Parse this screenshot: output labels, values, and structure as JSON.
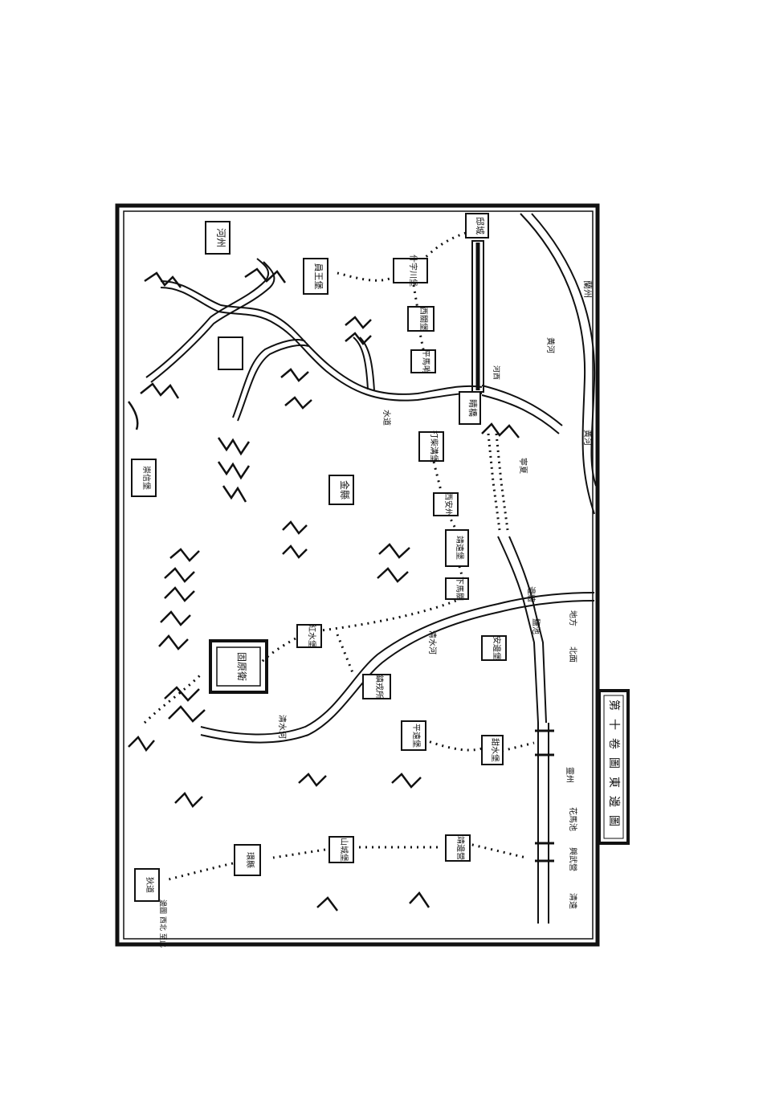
{
  "map": {
    "title": "第十卷 圖 東 邊 圖",
    "side_title_chars": [
      "第",
      "十",
      "卷",
      "圖",
      "東",
      "邊",
      "圖"
    ],
    "settlements": [
      {
        "id": "hezhou",
        "name": "河州"
      },
      {
        "id": "yiwang",
        "name": "員王堡"
      },
      {
        "id": "shizichuan",
        "name": "什字川堡"
      },
      {
        "id": "xiguanbao",
        "name": "西關堡"
      },
      {
        "id": "pingmashao",
        "name": "平馬哨"
      },
      {
        "id": "qingqiao",
        "name": "睛橋"
      },
      {
        "id": "digong",
        "name": "邸城"
      },
      {
        "id": "dasanjia",
        "name": "打柴溝堡"
      },
      {
        "id": "jinxian",
        "name": "金縣"
      },
      {
        "id": "hezhou2",
        "name": "崇信堡"
      },
      {
        "id": "xizhou",
        "name": "西安州"
      },
      {
        "id": "jingyuan",
        "name": "靖遠堡"
      },
      {
        "id": "gucheng",
        "name": "固原衛"
      },
      {
        "id": "wuhe",
        "name": "鎮戎所"
      },
      {
        "id": "pingyuan",
        "name": "平遠堡"
      },
      {
        "id": "xiama",
        "name": "下馬關"
      },
      {
        "id": "hongshui",
        "name": "紅水堡"
      },
      {
        "id": "anlan",
        "name": "安邊堡"
      },
      {
        "id": "jiahe",
        "name": "甜水堡"
      },
      {
        "id": "jingbian",
        "name": "靖邊營"
      },
      {
        "id": "shishan",
        "name": "山城堡"
      },
      {
        "id": "lingzhou",
        "name": "環縣"
      },
      {
        "id": "diwang",
        "name": "狄道"
      }
    ],
    "river_labels": [
      {
        "id": "huanghe1",
        "text": "黃河"
      },
      {
        "id": "huanghe2",
        "text": "黃河"
      },
      {
        "id": "shuidao",
        "text": "水道"
      },
      {
        "id": "qingshui1",
        "text": "清水河"
      },
      {
        "id": "qingshui2",
        "text": "清水河"
      }
    ],
    "region_labels": [
      {
        "id": "lanzhou",
        "text": "蘭州"
      },
      {
        "id": "ningxia",
        "text": "寧夏"
      },
      {
        "id": "hexi",
        "text": "河西"
      },
      {
        "id": "yanchi",
        "text": "鹽池"
      },
      {
        "id": "dibian",
        "text": "地方"
      },
      {
        "id": "beimian",
        "text": "北面"
      },
      {
        "id": "xianfang",
        "text": "邊牆"
      },
      {
        "id": "linghu",
        "text": "靈州"
      },
      {
        "id": "huamachi",
        "text": "花馬池"
      },
      {
        "id": "xingwu",
        "text": "興武營"
      },
      {
        "id": "qingyuan",
        "text": "清遠"
      }
    ],
    "corner_note": "邊圖 西北 至此",
    "colors": {
      "ink": "#111111",
      "paper": "#ffffff"
    }
  }
}
